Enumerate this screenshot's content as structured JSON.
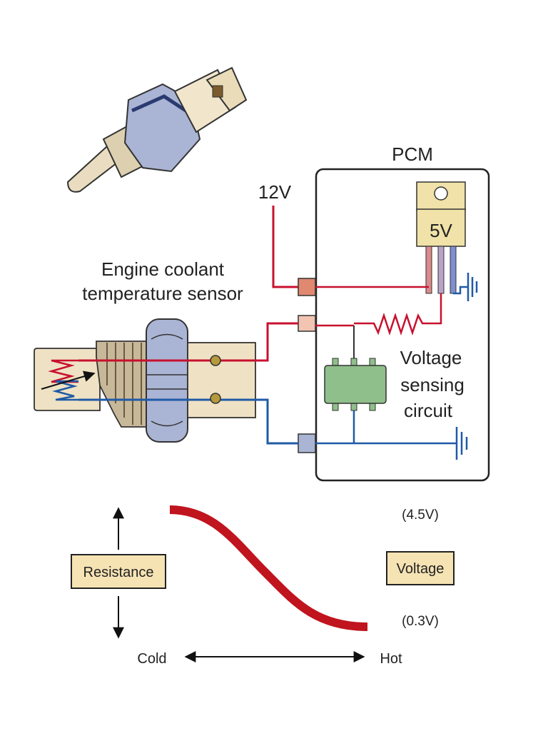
{
  "diagram": {
    "pcm_label": "PCM",
    "supply_label": "12V",
    "regulator_label": "5V",
    "sensor_label_line1": "Engine coolant",
    "sensor_label_line2": "temperature sensor",
    "circuit_label_line1": "Voltage",
    "circuit_label_line2": "sensing",
    "circuit_label_line3": "circuit"
  },
  "graph": {
    "left_axis_label": "Resistance",
    "right_axis_label": "Voltage",
    "high_voltage": "(4.5V)",
    "low_voltage": "(0.3V)",
    "x_left_label": "Cold",
    "x_right_label": "Hot"
  },
  "colors": {
    "red_wire": "#c8102e",
    "blue_wire": "#1f5aa6",
    "curve": "#c0141e",
    "chip_green": "#8fbf8a",
    "label_fill": "#f6e3b4",
    "nut": "#aab4d4"
  }
}
